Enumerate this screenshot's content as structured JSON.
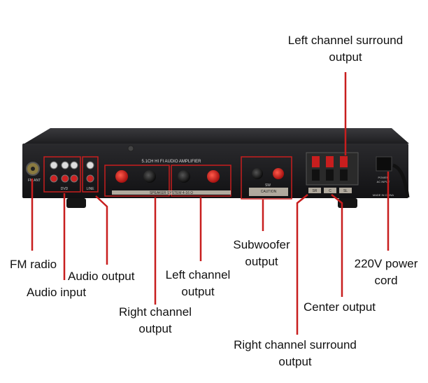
{
  "labels": {
    "left_surround": [
      "Left channel surround",
      "output"
    ],
    "fm_radio": "FM radio",
    "audio_output": "Audio output",
    "audio_input": "Audio input",
    "left_channel": [
      "Left channel",
      "output"
    ],
    "right_channel": [
      "Right channel",
      "output"
    ],
    "subwoofer": [
      "Subwoofer",
      "output"
    ],
    "power_cord": [
      "220V power",
      "cord"
    ],
    "center": "Center output",
    "right_surround": [
      "Right channel surround",
      "output"
    ]
  },
  "panel": {
    "fm_ant": "FM ANT",
    "title": "5.1CH HI FI AUDIO AMPLIFIER",
    "speaker_system": "SPEAKER SYSTEM 4-16 Ω",
    "dvd": "DVD",
    "line": "LINE",
    "sw": "SW",
    "caution": "CAUTION",
    "sl": "SL",
    "c": "C",
    "sr": "SR",
    "power": "POWER",
    "ac_input": "AC INPUT",
    "made_in": "MADE IN CHINA"
  },
  "colors": {
    "callout": "#c81e1e",
    "chassis": "#1c1c1e",
    "terminal_red": "#c2181c"
  }
}
